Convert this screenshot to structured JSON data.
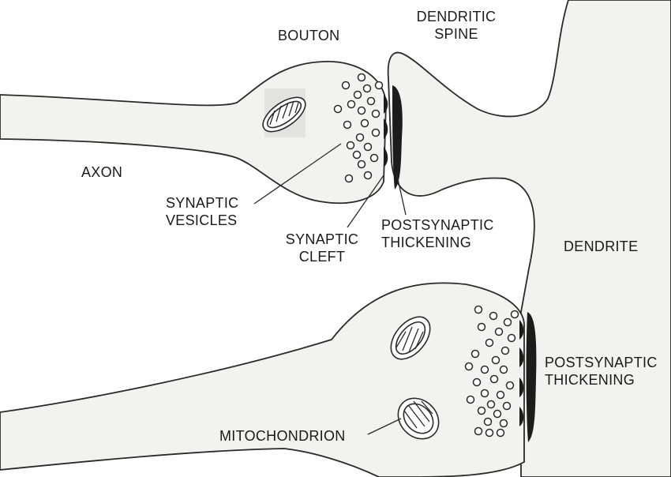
{
  "labels": {
    "bouton": "BOUTON",
    "dendritic_spine": [
      "DENDRITIC",
      "SPINE"
    ],
    "axon": "AXON",
    "synaptic_vesicles": [
      "SYNAPTIC",
      "VESICLES"
    ],
    "synaptic_cleft": [
      "SYNAPTIC",
      "CLEFT"
    ],
    "postsynaptic_thickening_upper": [
      "POSTSYNAPTIC",
      "THICKENING"
    ],
    "dendrite": "DENDRITE",
    "postsynaptic_thickening_lower": [
      "POSTSYNAPTIC",
      "THICKENING"
    ],
    "mitochondrion": "MITOCHONDRION"
  }
}
